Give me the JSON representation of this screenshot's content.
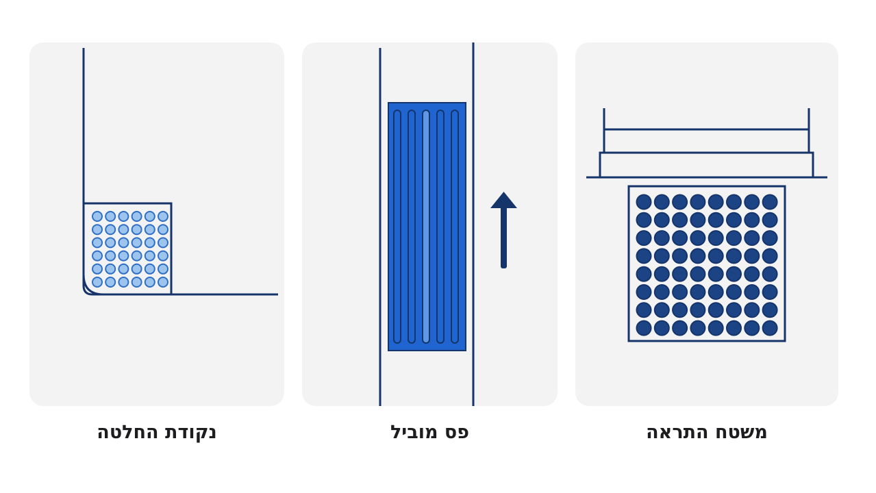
{
  "panels": [
    {
      "id": "decision",
      "label": "נקודת החלטה"
    },
    {
      "id": "guide",
      "label": "פס מוביל"
    },
    {
      "id": "warning",
      "label": "משטח התראה"
    }
  ],
  "colors": {
    "panel_background": "#f3f3f4",
    "line_navy": "#15346a",
    "strip_blue": "#2064d0",
    "strip_light": "#5d97e6",
    "dot_light_fill": "#9cc4ec",
    "dot_light_stroke": "#2f6fc6",
    "dot_dark_fill": "#1c4384",
    "caption_text": "#1d1d1f"
  },
  "icons": {
    "decision": "small-dot-tile-in-corner",
    "guide": "ridged-strip-with-up-arrow",
    "warning": "large-dot-grid-below-step"
  }
}
